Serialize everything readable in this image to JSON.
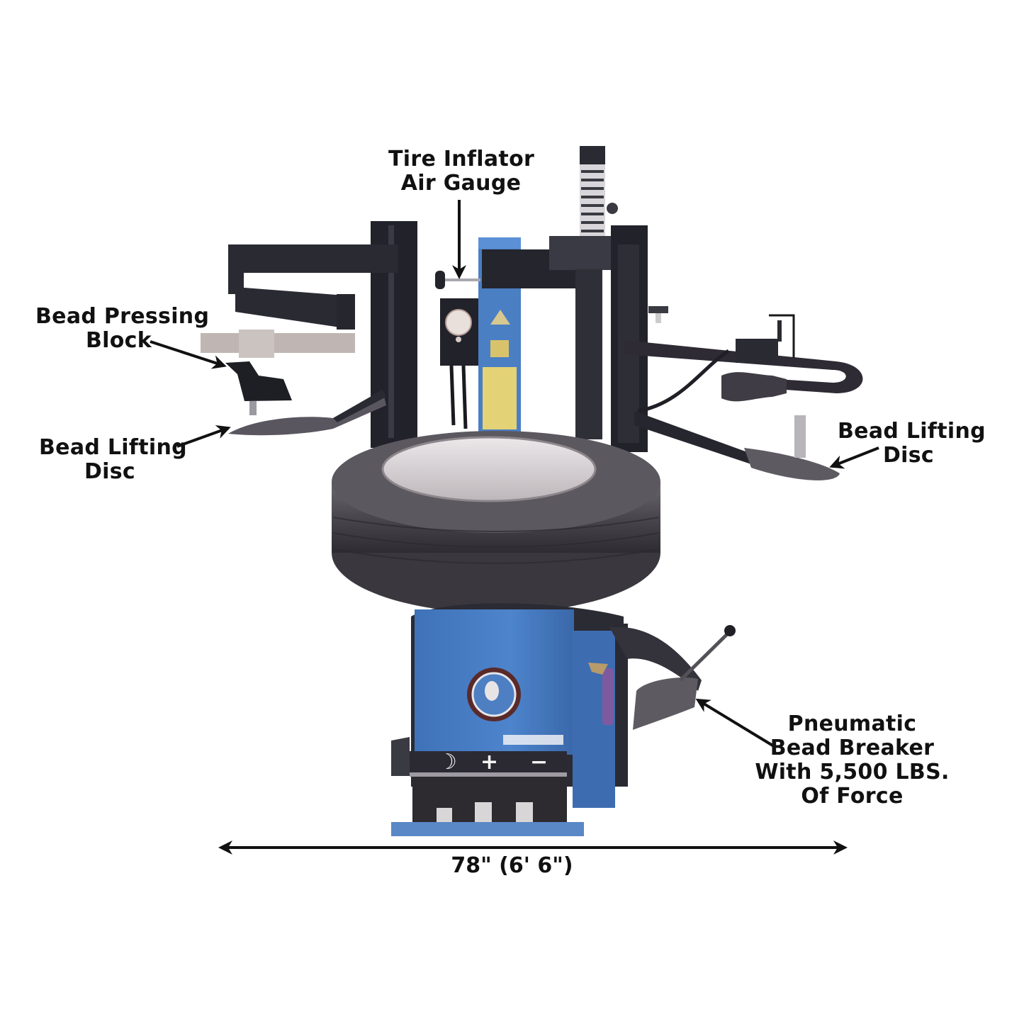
{
  "diagram": {
    "subject": "Tire changer machine with wheel mounted",
    "colors": {
      "background": "#ffffff",
      "machine_blue": "#4a7fc4",
      "machine_black": "#2a2a33",
      "tire": "#4d4a52",
      "rim": "#d8d2d4",
      "annotation": "#111111"
    },
    "callouts": [
      {
        "id": "tire-inflator",
        "lines": [
          "Tire Inflator",
          "Air Gauge"
        ]
      },
      {
        "id": "bead-pressing-block",
        "lines": [
          "Bead Pressing",
          "Block"
        ]
      },
      {
        "id": "bead-lifting-disc-left",
        "lines": [
          "Bead Lifting",
          "Disc"
        ]
      },
      {
        "id": "bead-lifting-disc-right",
        "lines": [
          "Bead Lifting",
          "Disc"
        ]
      },
      {
        "id": "pneumatic-bead-breaker",
        "lines": [
          "Pneumatic",
          "Bead Breaker",
          "With 5,500 LBS.",
          "Of Force"
        ]
      }
    ],
    "dimension": {
      "label": "78\" (6' 6\")"
    },
    "control_panel": {
      "symbols": [
        "☽",
        "+",
        "−"
      ]
    }
  }
}
